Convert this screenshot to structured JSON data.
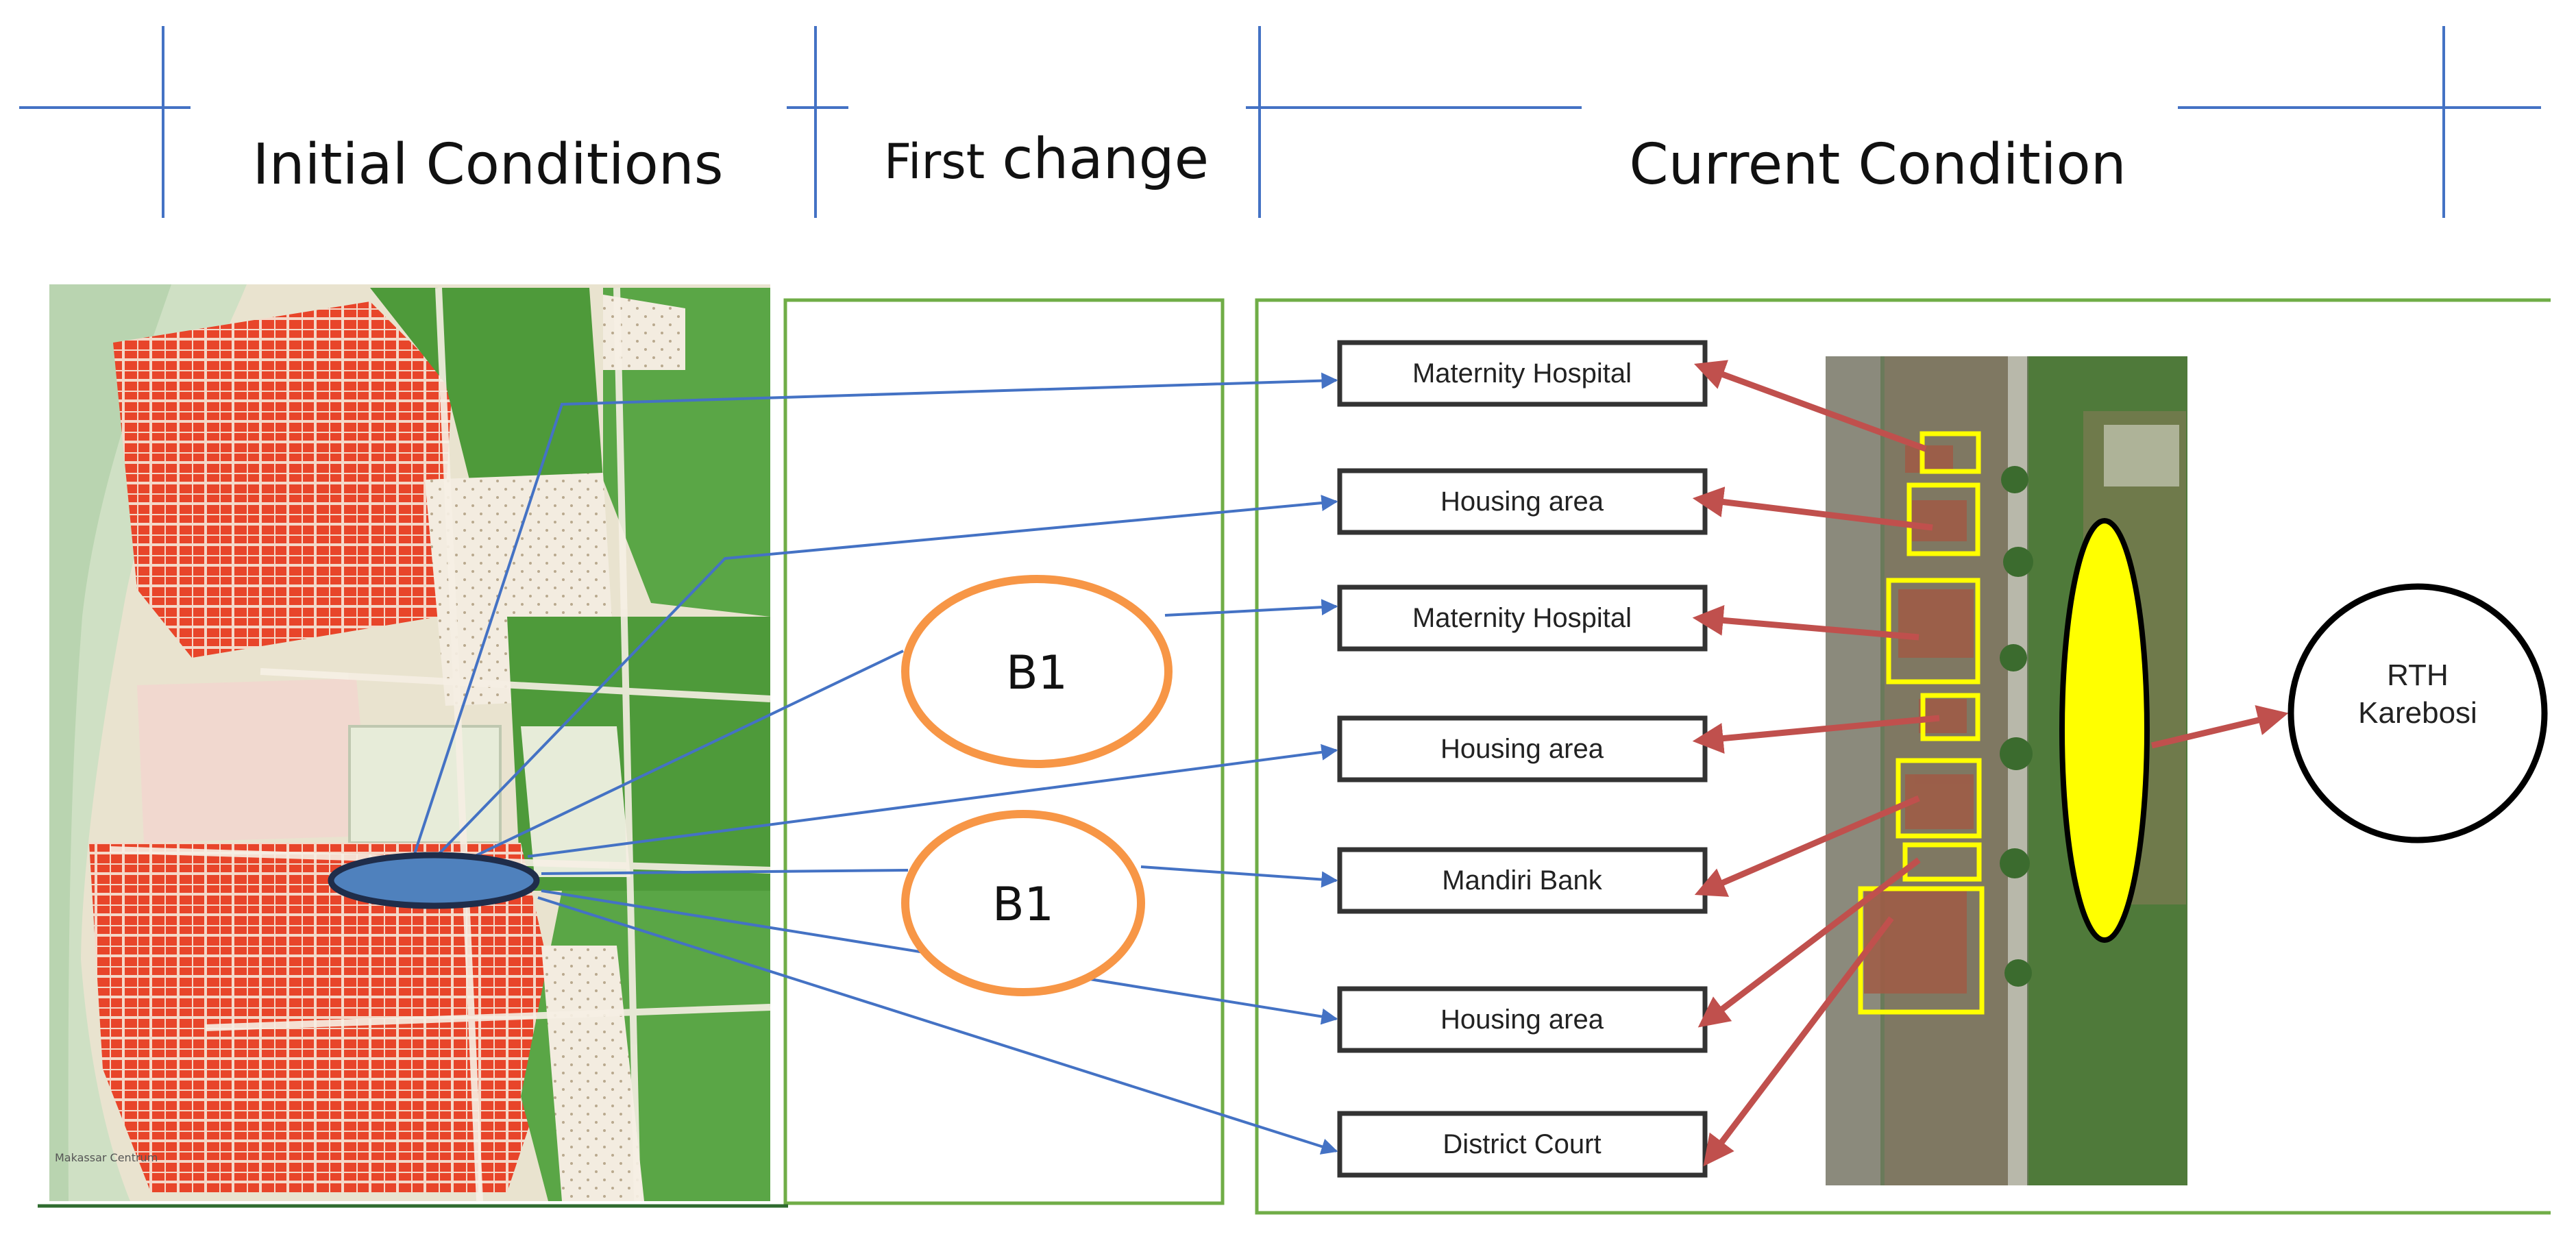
{
  "headers": {
    "initial": "Initial Conditions",
    "first_change_a": "First",
    "first_change_b": "change",
    "current": "Current Condition"
  },
  "map": {
    "legend_text": "Makassar Centrum"
  },
  "first_change": {
    "node_1": "B1",
    "node_2": "B1"
  },
  "current": {
    "buildings": [
      "Maternity Hospital",
      "Housing area",
      "Maternity Hospital",
      "Housing area",
      "Mandiri Bank",
      "Housing area",
      "District Court"
    ],
    "rth_line1": "RTH",
    "rth_line2": "Karebosi"
  },
  "colors": {
    "blue_arrow": "#4472C4",
    "red_arrow": "#C0504D",
    "orange_circle": "#F79646",
    "green_frame": "#70AD47",
    "yellow_field": "#FFFF00",
    "map_red": "#E8452A",
    "map_green": "#4E9A3A"
  }
}
